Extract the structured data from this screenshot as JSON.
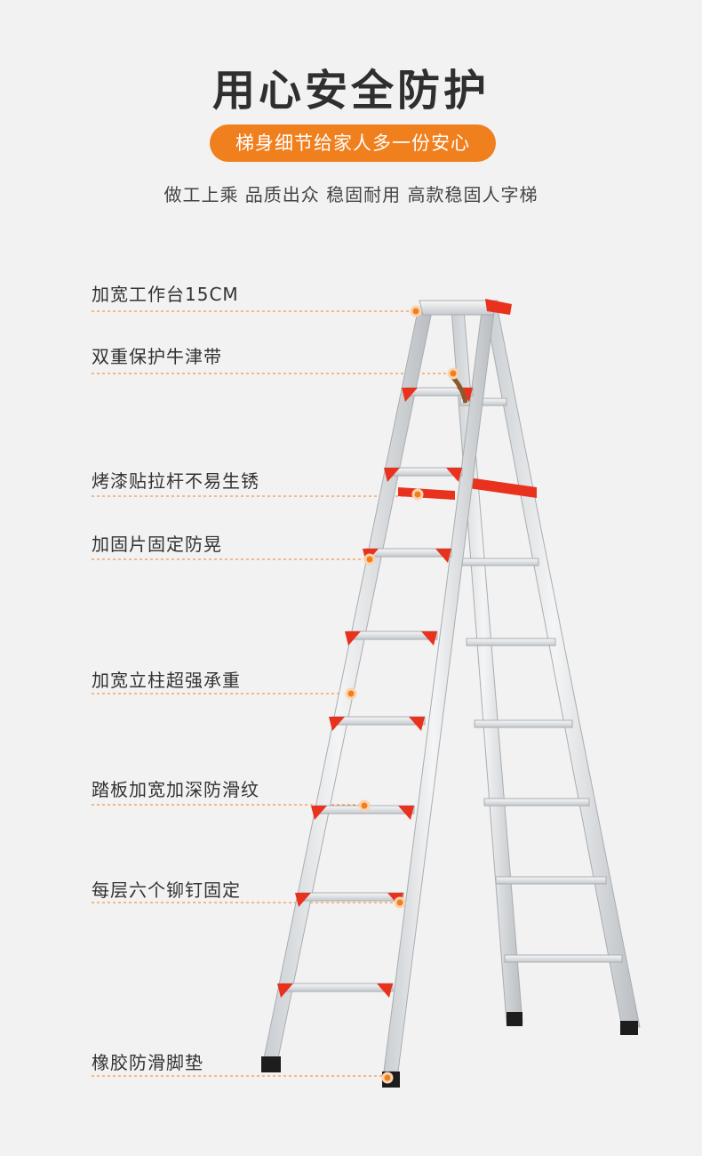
{
  "header": {
    "title": "用心安全防护",
    "pill": "梯身细节给家人多一份安心",
    "subtitle": "做工上乘 品质出众 稳固耐用 高款稳固人字梯"
  },
  "features": [
    "加宽工作台15CM",
    "双重保护牛津带",
    "烤漆贴拉杆不易生锈",
    "加固片固定防晃",
    "加宽立柱超强承重",
    "踏板加宽加深防滑纹",
    "每层六个铆钉固定",
    "橡胶防滑脚垫"
  ],
  "colors": {
    "accent": "#f07f1e",
    "bracket": "#e8321e",
    "aluminum": "#d9dcdf",
    "background": "#f2f2f2"
  }
}
